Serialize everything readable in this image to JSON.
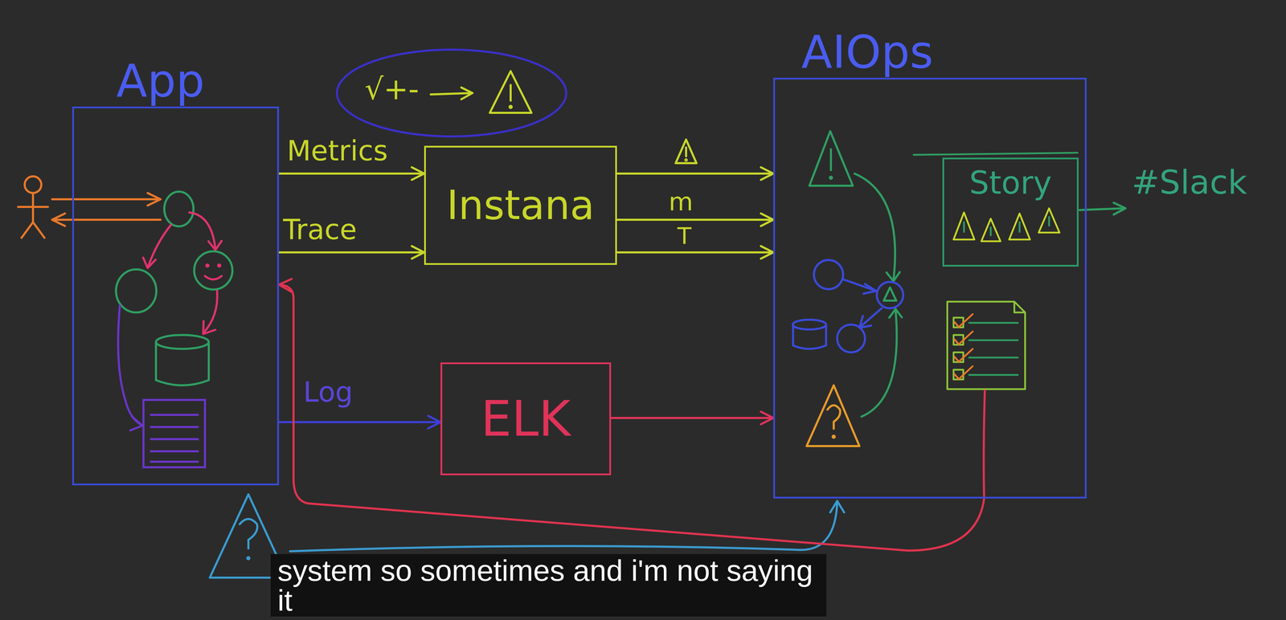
{
  "diagram": {
    "caption": "system so sometimes and i'm not saying it",
    "nodes": [
      {
        "text": [
          "App"
        ]
      },
      {
        "text": [
          "Instana"
        ]
      },
      {
        "text": [
          "ELK"
        ]
      },
      {
        "text": [
          "AIOps"
        ]
      },
      {
        "text": [
          "Story"
        ],
        "in": 3
      }
    ],
    "edges": [
      {
        "from": 0,
        "to": 1,
        "label": "Metrics",
        "arrow": "to"
      },
      {
        "from": 0,
        "to": 1,
        "label": "Trace",
        "arrow": "to"
      },
      {
        "from": 0,
        "to": 2,
        "label": "Log",
        "arrow": "to"
      },
      {
        "from": 1,
        "to": 3,
        "arrow": "to"
      },
      {
        "from": 1,
        "to": 3,
        "label": "m",
        "arrow": "to"
      },
      {
        "from": 1,
        "to": 3,
        "label": "T",
        "arrow": "to"
      },
      {
        "from": 2,
        "to": 3,
        "arrow": "to"
      },
      {
        "from": 3,
        "to": 0,
        "arrow": "to"
      }
    ],
    "labels": [
      "√+-",
      "#Slack"
    ]
  }
}
